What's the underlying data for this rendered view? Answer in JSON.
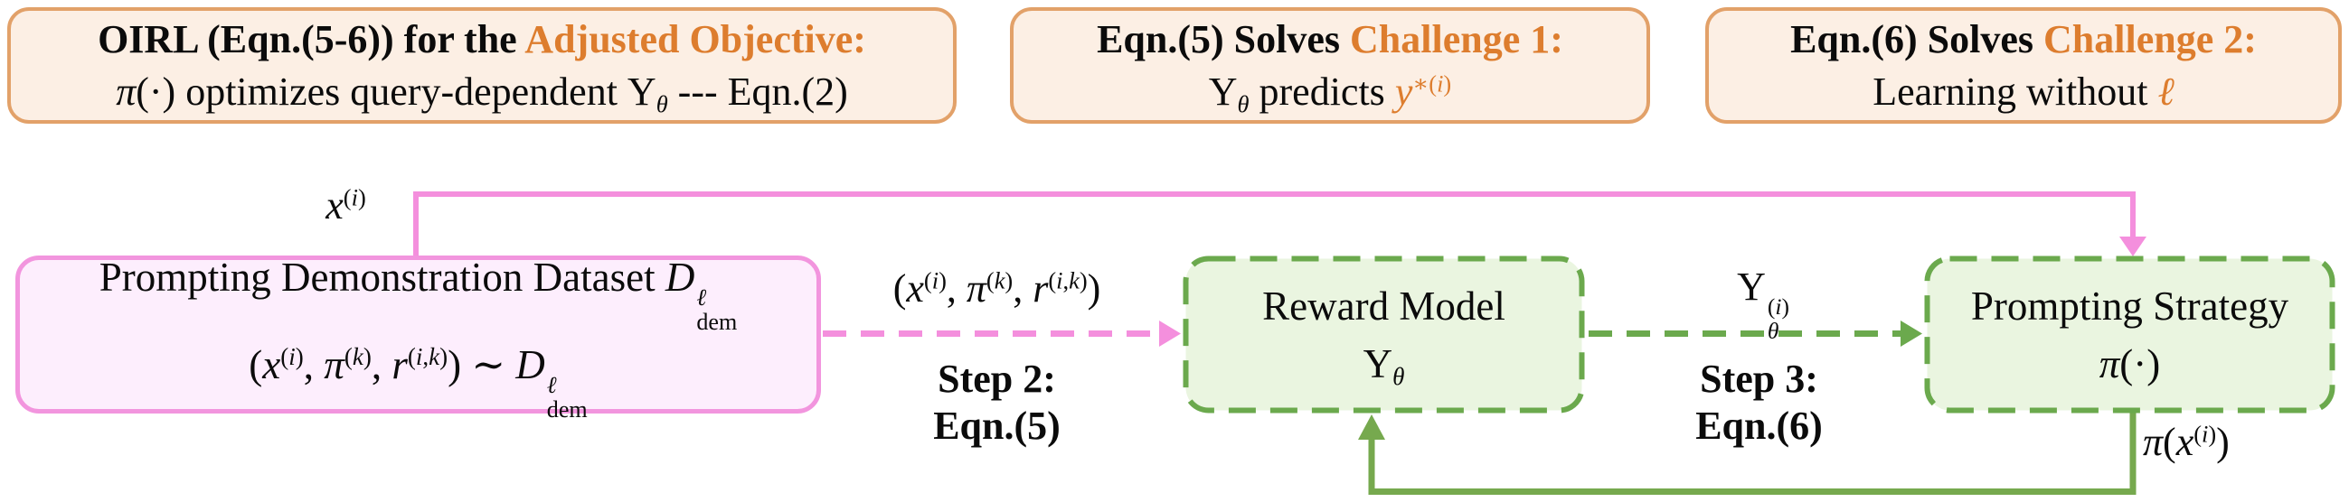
{
  "figure": {
    "kind": "paper-method-diagram",
    "colors": {
      "orange_text": "#dd7d2e",
      "orange_border": "#e2a169",
      "orange_fill": "#fcefe4",
      "pink_border": "#f295de",
      "pink_fill": "#fdeefd",
      "pink_arrow": "#f48fdd",
      "green_border": "#6ba94d",
      "green_fill": "#eaf5e0",
      "green_arrow": "#76a94e",
      "text": "#0b0b0b"
    },
    "top_boxes": [
      {
        "line1_html": "OIRL (Eqn.(5-6)) for the <span class='orange'>Adjusted Objective:</span>",
        "line2_html": "<i>π</i>(·) optimizes query-dependent Υ<sub><i>θ</i></sub> --- Eqn.(2)"
      },
      {
        "line1_html": "Eqn.(5) Solves <span class='orange'>Challenge 1:</span>",
        "line2_html": "Υ<sub><i>θ</i></sub> predicts <span class='orange'><i>y</i><sup>∗(<i>i</i>)</sup></span>"
      },
      {
        "line1_html": "Eqn.(6) Solves <span class='orange'>Challenge 2:</span>",
        "line2_html": "Learning without <span class='orange'><i>ℓ</i></span>"
      }
    ],
    "dataset_box": {
      "line1_html": "Prompting Demonstration Dataset <i>D</i><span class='ss'><span><i>ℓ</i></span><span>dem</span></span>",
      "line2_html": "(<i>x</i><sup>(<i>i</i>)</sup>, <i>π</i><sup>(<i>k</i>)</sup>, <i>r</i><sup>(<i>i</i>,<i>k</i>)</sup>) ∼ <i>D</i><span class='ss'><span><i>ℓ</i></span><span>dem</span></span>"
    },
    "reward_box": {
      "title": "Reward Model",
      "symbol_html": "Υ<sub><i>θ</i></sub>"
    },
    "strategy_box": {
      "title": "Prompting Strategy",
      "symbol_html": "<i>π</i>(·)"
    },
    "edge_labels": {
      "query_input_html": "<i>x</i><sup>(<i>i</i>)</sup>",
      "tuple_html": "(<i>x</i><sup>(<i>i</i>)</sup>, <i>π</i><sup>(<i>k</i>)</sup>, <i>r</i><sup>(<i>i</i>,<i>k</i>)</sup>)",
      "step2_line1": "Step 2:",
      "step2_line2": "Eqn.(5)",
      "reward_output_html": "Υ<span class='ss'><span>(<i>i</i>)</span><span><i>θ</i></span></span>",
      "step3_line1": "Step 3:",
      "step3_line2": "Eqn.(6)",
      "strategy_output_html": "<i>π</i>(<i>x</i><sup>(<i>i</i>)</sup>)"
    }
  }
}
